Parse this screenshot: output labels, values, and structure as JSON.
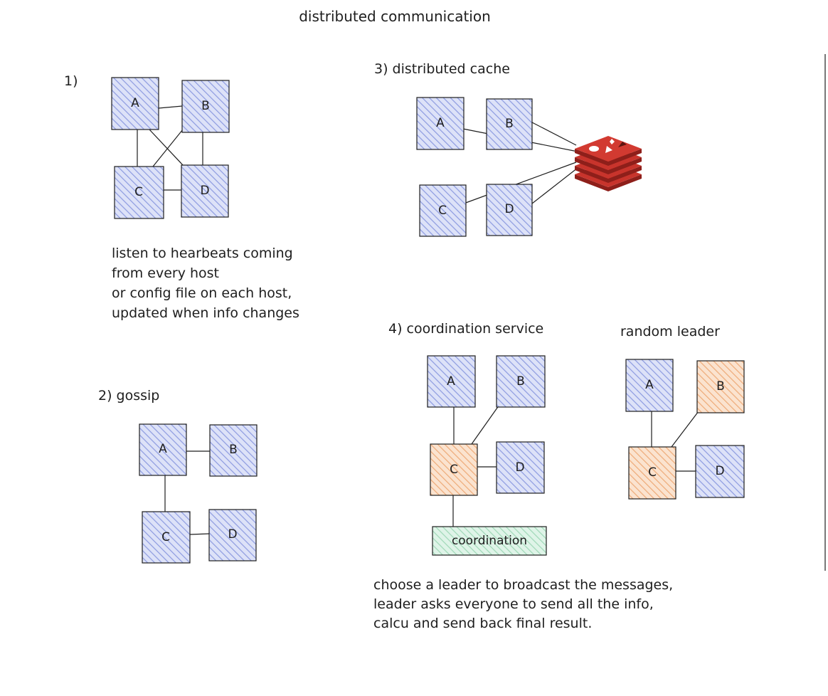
{
  "title": "distributed communication",
  "colors": {
    "node_blue": "#c5cdf2",
    "node_orange": "#f7cfae",
    "node_green": "#c9ebd8",
    "cache_red": "#b52b24",
    "ink": "#1e1e1e"
  },
  "sections": {
    "s1": {
      "heading": "1)",
      "nodes": {
        "a": "A",
        "b": "B",
        "c": "C",
        "d": "D"
      },
      "note": [
        "listen to hearbeats coming",
        "from every host",
        "or config file on each host,",
        "updated when info changes"
      ]
    },
    "s2": {
      "heading": "2)  gossip",
      "nodes": {
        "a": "A",
        "b": "B",
        "c": "C",
        "d": "D"
      }
    },
    "s3": {
      "heading": "3)  distributed cache",
      "nodes": {
        "a": "A",
        "b": "B",
        "c": "C",
        "d": "D"
      },
      "cache_icon": "redis-stack-icon"
    },
    "s4": {
      "heading": "4)  coordination service",
      "nodes": {
        "a": "A",
        "b": "B",
        "c": "C",
        "d": "D"
      },
      "coordination_label": "coordination",
      "note": [
        "choose a leader to broadcast the messages,",
        "leader asks everyone to send all the info,",
        "calcu and send back final result."
      ]
    },
    "s5": {
      "heading": "random leader",
      "nodes": {
        "a": "A",
        "b": "B",
        "c": "C",
        "d": "D"
      }
    }
  }
}
